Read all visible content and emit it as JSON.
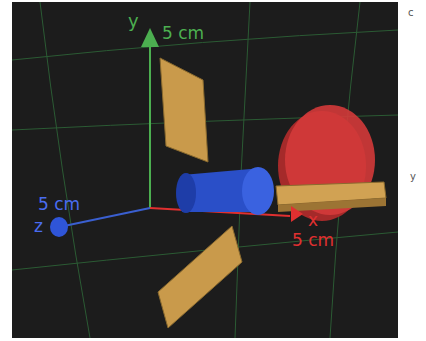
{
  "diagram": {
    "labels": [
      "y",
      "5 cm",
      "z",
      "5 cm",
      "x",
      "5 cm",
      "c",
      "y"
    ]
  }
}
